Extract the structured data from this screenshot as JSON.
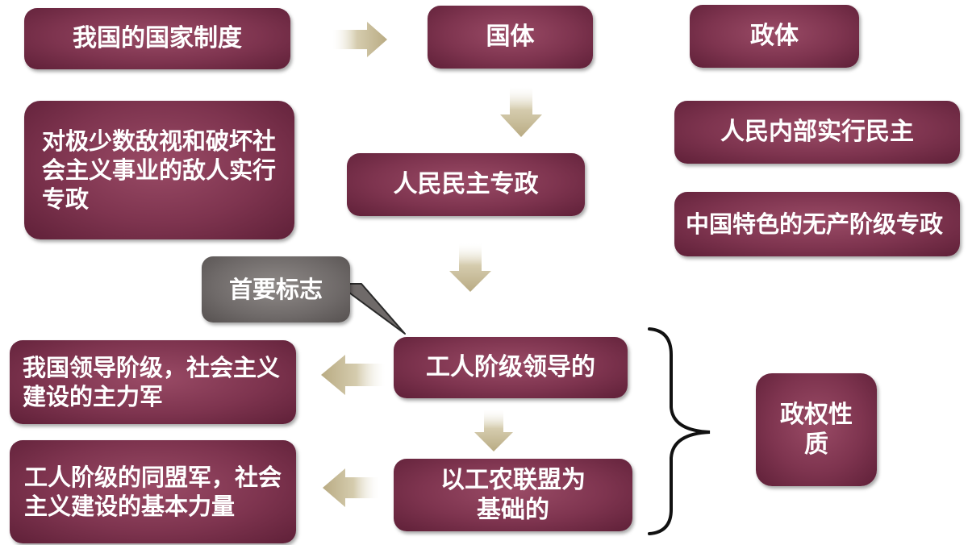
{
  "nodes": {
    "national_system": "我国的国家制度",
    "state_system": "国体",
    "political_system": "政体",
    "dictatorship_enemies": "对极少数敌视和破坏社会主义事业的敌人实行专政",
    "peoples_democratic_dictatorship": "人民民主专政",
    "democracy_people": "人民内部实行民主",
    "proletarian_dictatorship": "中国特色的无产阶级专政",
    "primary_sign": "首要标志",
    "leading_class": "我国领导阶级，社会主义建设的主力军",
    "led_by_working_class": "工人阶级领导的",
    "regime_nature": "政权性质",
    "ally_army": "工人阶级的同盟军，社会主义建设的基本力量",
    "worker_peasant_alliance": "以工农联盟为基础的"
  },
  "colors": {
    "box": "#7e344f",
    "callout": "#6f6a69",
    "arrow": "#c8bb97",
    "text": "#ffffff"
  }
}
